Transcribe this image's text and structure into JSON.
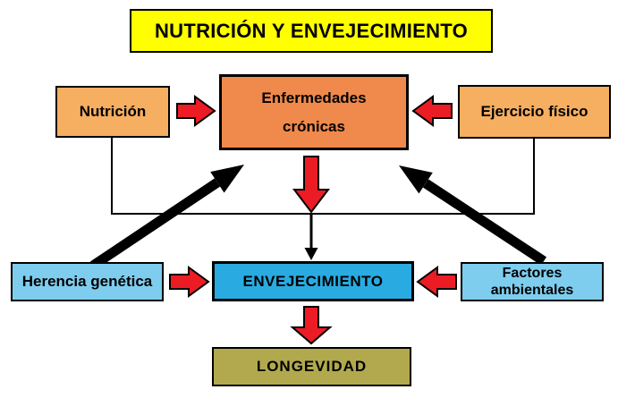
{
  "diagram": {
    "title": "NUTRICIÓN Y ENVEJECIMIENTO",
    "nodes": {
      "nutricion": {
        "label": "Nutrición"
      },
      "enfermedades_cronicas": {
        "lines": [
          "Enfermedades",
          "crónicas"
        ]
      },
      "ejercicio_fisico": {
        "label": "Ejercicio físico"
      },
      "herencia_genetica": {
        "label": "Herencia genética"
      },
      "envejecimiento": {
        "label": "ENVEJECIMIENTO"
      },
      "factores_ambientales": {
        "lines": [
          "Factores",
          "ambientales"
        ]
      },
      "longevidad": {
        "label": "LONGEVIDAD"
      }
    },
    "edges": [
      {
        "from": "nutricion",
        "to": "enfermedades_cronicas",
        "style": "red-block-arrow-right"
      },
      {
        "from": "ejercicio_fisico",
        "to": "enfermedades_cronicas",
        "style": "red-block-arrow-left"
      },
      {
        "from": "enfermedades_cronicas",
        "to": "connector-line",
        "style": "red-block-arrow-down"
      },
      {
        "from": "nutricion",
        "to": "connector-line",
        "style": "thin-black-line"
      },
      {
        "from": "ejercicio_fisico",
        "to": "connector-line",
        "style": "thin-black-line"
      },
      {
        "from": "connector-line",
        "to": "envejecimiento",
        "style": "thin-black-arrow-down"
      },
      {
        "from": "herencia_genetica",
        "to": "enfermedades_cronicas",
        "style": "thick-black-diagonal-arrow"
      },
      {
        "from": "factores_ambientales",
        "to": "enfermedades_cronicas",
        "style": "thick-black-diagonal-arrow"
      },
      {
        "from": "herencia_genetica",
        "to": "envejecimiento",
        "style": "red-block-arrow-right"
      },
      {
        "from": "factores_ambientales",
        "to": "envejecimiento",
        "style": "red-block-arrow-left"
      },
      {
        "from": "envejecimiento",
        "to": "longevidad",
        "style": "red-block-arrow-down"
      }
    ]
  },
  "colors": {
    "yellow": "#ffff00",
    "orange-light": "#f6ae61",
    "orange": "#f0894c",
    "red": "#ec1c24",
    "blue-light": "#7ecdee",
    "blue": "#29abe2",
    "olive": "#b2a94e",
    "line": "#000000"
  }
}
